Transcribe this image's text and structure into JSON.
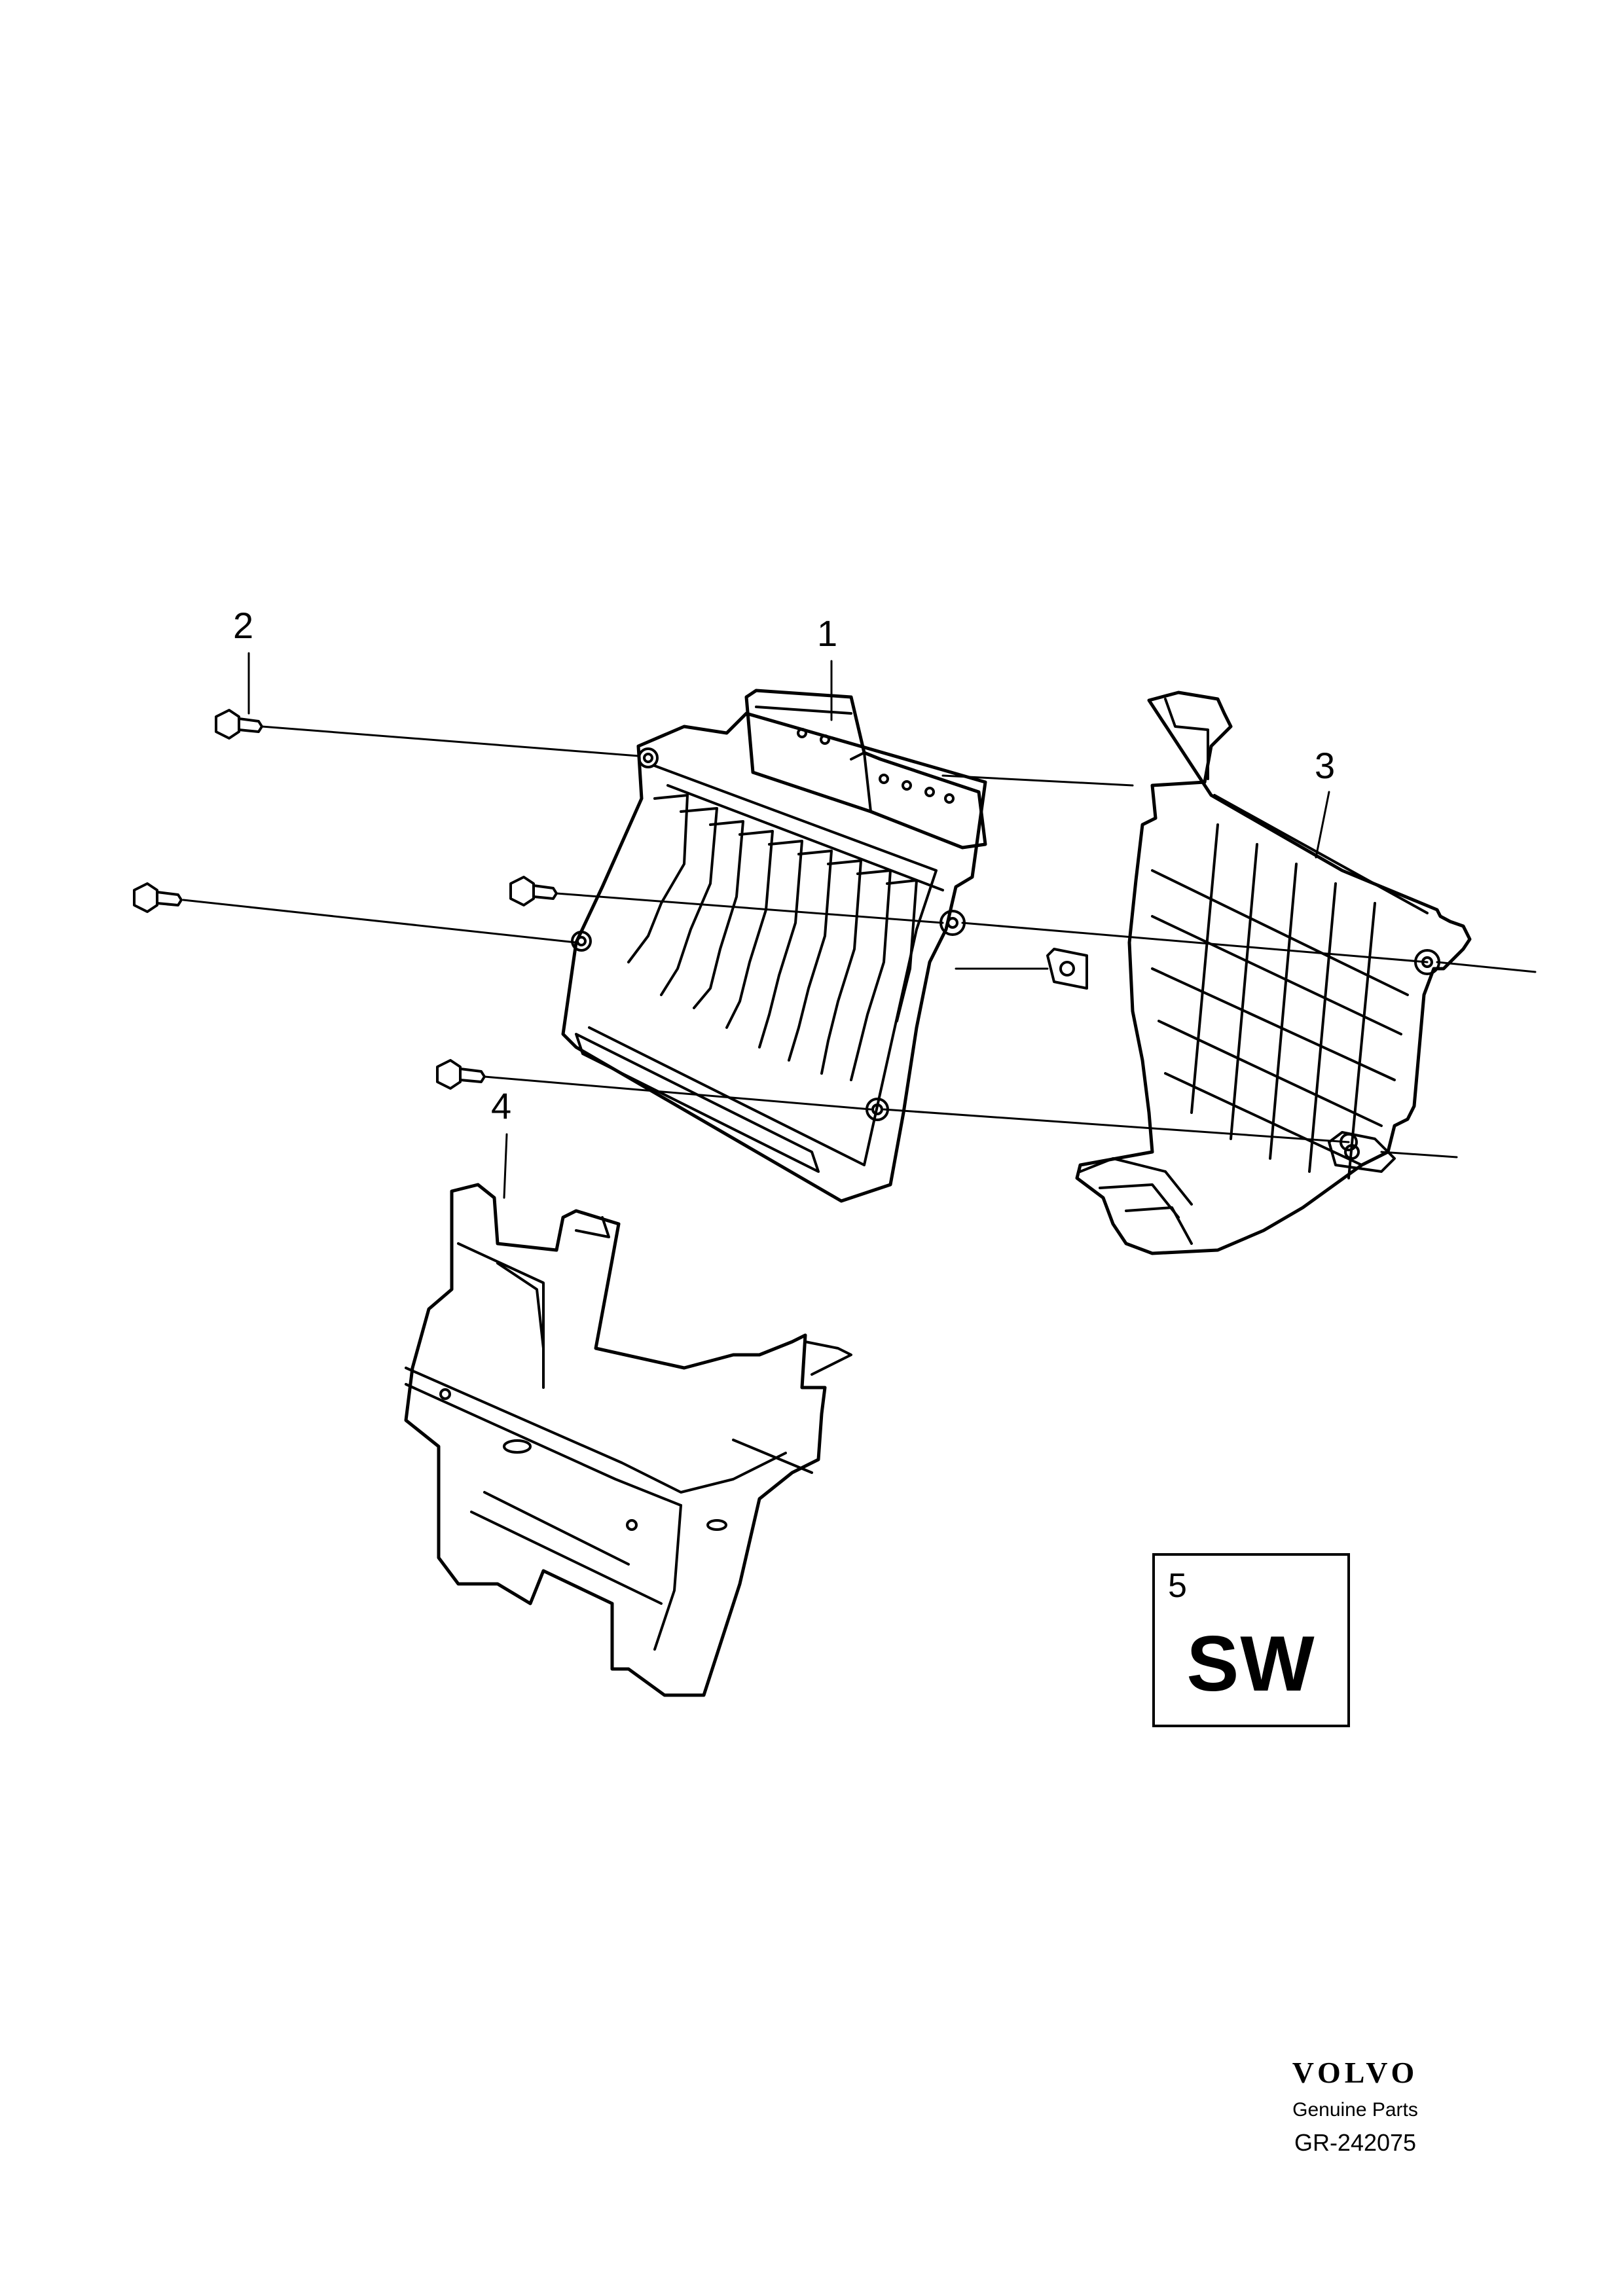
{
  "diagram": {
    "callouts": {
      "part_1": "1",
      "part_2": "2",
      "part_3": "3",
      "part_4": "4"
    },
    "badge": {
      "number": "5",
      "label": "SW"
    }
  },
  "brand": {
    "logo": "VOLVO",
    "tagline": "Genuine Parts",
    "code": "GR-242075"
  },
  "colors": {
    "ink": "#000000",
    "paper": "#ffffff"
  }
}
